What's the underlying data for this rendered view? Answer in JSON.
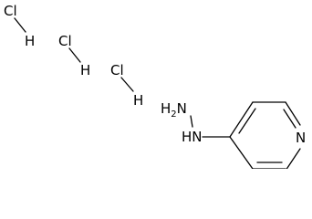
{
  "salts": [
    {
      "halogen": "Cl",
      "hydrogen": "H"
    },
    {
      "halogen": "Cl",
      "hydrogen": "H"
    },
    {
      "halogen": "Cl",
      "hydrogen": "H"
    }
  ],
  "hydrazine": {
    "nh": "HN",
    "nh2_h": "H",
    "nh2_sub": "2",
    "nh2_n": "N"
  },
  "ring": {
    "nitrogen": "N"
  }
}
